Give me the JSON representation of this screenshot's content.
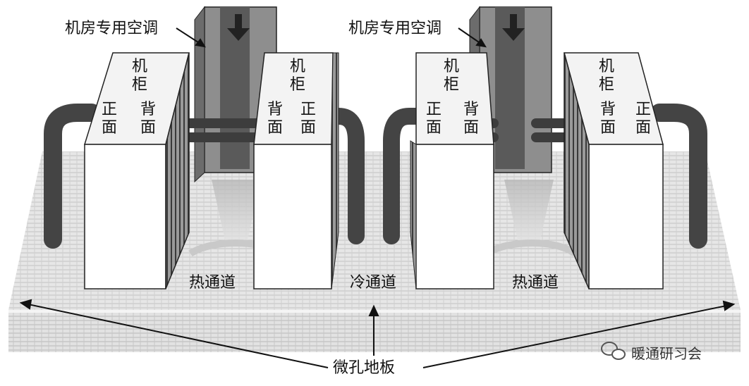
{
  "labels": {
    "crac_left": "机房专用空调",
    "crac_right": "机房专用空调",
    "hot_aisle_left": "热通道",
    "cold_aisle": "冷通道",
    "hot_aisle_right": "热通道",
    "perforated_floor": "微孔地板"
  },
  "cabinets": [
    {
      "name": [
        "机",
        "柜"
      ],
      "face_left": [
        "正",
        "面"
      ],
      "face_right": [
        "背",
        "面"
      ]
    },
    {
      "name": [
        "机",
        "柜"
      ],
      "face_left": [
        "背",
        "面"
      ],
      "face_right": [
        "正",
        "面"
      ]
    },
    {
      "name": [
        "机",
        "柜"
      ],
      "face_left": [
        "正",
        "面"
      ],
      "face_right": [
        "背",
        "面"
      ]
    },
    {
      "name": [
        "机",
        "柜"
      ],
      "face_left": [
        "背",
        "面"
      ],
      "face_right": [
        "正",
        "面"
      ]
    }
  ],
  "watermark": "暖通研习会",
  "colors": {
    "airflow": "#4a4a4a",
    "crac_body": "#8a8a8a",
    "cabinet_face": "#ffffff",
    "floor": "#d6d6d6"
  }
}
